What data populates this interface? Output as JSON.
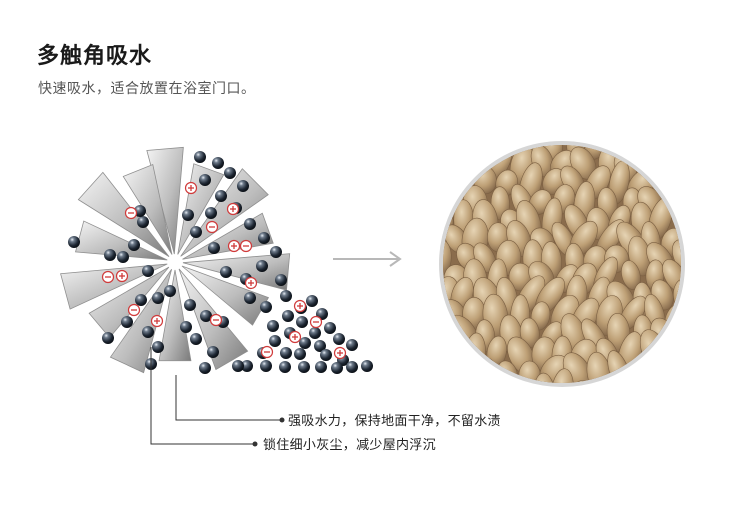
{
  "title": "多触角吸水",
  "subtitle": "快速吸水，适合放置在浴室门口。",
  "callouts": [
    "强吸水力，保持地面干净，不留水渍",
    "锁住细小灰尘，减少屋内浮沉"
  ],
  "colors": {
    "fiber_base": "#b7986e",
    "fiber_light": "#dcc7a4",
    "fiber_dark": "#7d6244",
    "ion_sign": "#d03a3a",
    "arrow": "#b8b8b8"
  }
}
